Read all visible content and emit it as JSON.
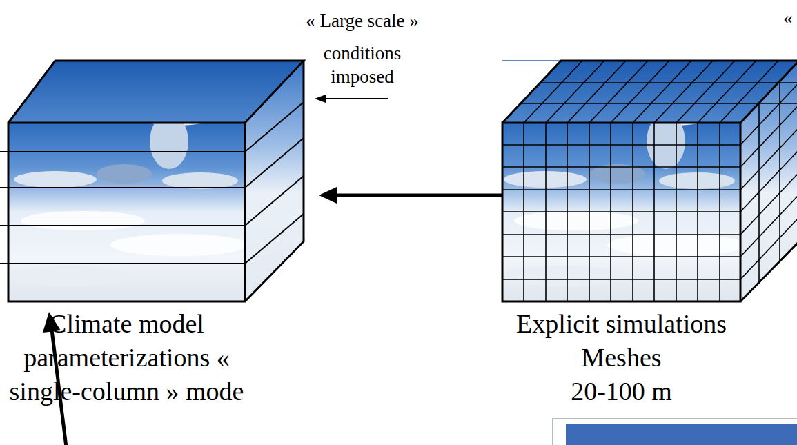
{
  "diagram": {
    "nodes": [
      {
        "text": [
          "Climate model parameterizations « single-column » mode"
        ]
      },
      {
        "text": [
          "Explicit simulations",
          "Meshes",
          "20-100 m"
        ]
      }
    ],
    "edges": [
      {
        "from": 1,
        "to": 0,
        "arrow": "to"
      }
    ],
    "labels": [
      "« Large scale »",
      "conditions",
      "imposed",
      "«"
    ]
  }
}
